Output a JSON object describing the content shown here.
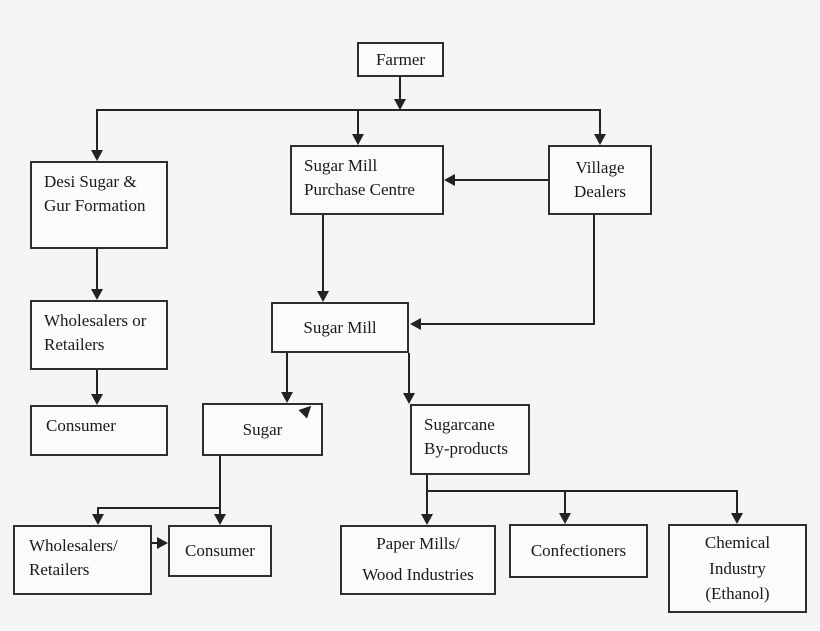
{
  "diagram": {
    "type": "flowchart",
    "subject": "Sugarcane / sugar supply chain",
    "colors": {
      "background": "#f5f5f5",
      "box_fill": "#fbfbfb",
      "box_border": "#2e2e2e",
      "line": "#222222",
      "text": "#1a1a1a"
    },
    "nodes": {
      "farmer": {
        "lines": [
          "Farmer"
        ]
      },
      "desi_sugar_gur": {
        "lines": [
          "Desi Sugar &",
          "Gur Formation"
        ]
      },
      "sugar_mill_purchase_centre": {
        "lines": [
          "Sugar Mill",
          "Purchase Centre"
        ]
      },
      "village_dealers": {
        "lines": [
          "Village",
          "Dealers"
        ]
      },
      "wholesalers_or_retailers": {
        "lines": [
          "Wholesalers or",
          "Retailers"
        ]
      },
      "consumer_left": {
        "lines": [
          "Consumer"
        ]
      },
      "sugar_mill": {
        "lines": [
          "Sugar Mill"
        ]
      },
      "sugar": {
        "lines": [
          "Sugar"
        ]
      },
      "sugarcane_byproducts": {
        "lines": [
          "Sugarcane",
          "By-products"
        ]
      },
      "wholesalers_retailers_bottom": {
        "lines": [
          "Wholesalers/",
          "Retailers"
        ]
      },
      "consumer_bottom": {
        "lines": [
          "Consumer"
        ]
      },
      "paper_mills_wood": {
        "lines": [
          "Paper Mills/",
          "Wood Industries"
        ]
      },
      "confectioners": {
        "lines": [
          "Confectioners"
        ]
      },
      "chemical_industry": {
        "lines": [
          "Chemical",
          "Industry",
          "(Ethanol)"
        ]
      }
    },
    "edges": [
      {
        "from": "Farmer",
        "to": "Desi Sugar & Gur Formation"
      },
      {
        "from": "Farmer",
        "to": "Sugar Mill Purchase Centre"
      },
      {
        "from": "Farmer",
        "to": "Village Dealers"
      },
      {
        "from": "Village Dealers",
        "to": "Sugar Mill Purchase Centre"
      },
      {
        "from": "Sugar Mill Purchase Centre",
        "to": "Sugar Mill"
      },
      {
        "from": "Village Dealers",
        "to": "Sugar Mill"
      },
      {
        "from": "Desi Sugar & Gur Formation",
        "to": "Wholesalers or Retailers"
      },
      {
        "from": "Wholesalers or Retailers",
        "to": "Consumer"
      },
      {
        "from": "Sugar Mill",
        "to": "Sugar"
      },
      {
        "from": "Sugar Mill",
        "to": "Sugarcane By-products"
      },
      {
        "from": "Sugar",
        "to": "Wholesalers/Retailers"
      },
      {
        "from": "Sugar",
        "to": "Consumer"
      },
      {
        "from": "Wholesalers/Retailers",
        "to": "Consumer"
      },
      {
        "from": "Sugarcane By-products",
        "to": "Paper Mills/Wood Industries"
      },
      {
        "from": "Sugarcane By-products",
        "to": "Confectioners"
      },
      {
        "from": "Sugarcane By-products",
        "to": "Chemical Industry (Ethanol)"
      }
    ]
  }
}
